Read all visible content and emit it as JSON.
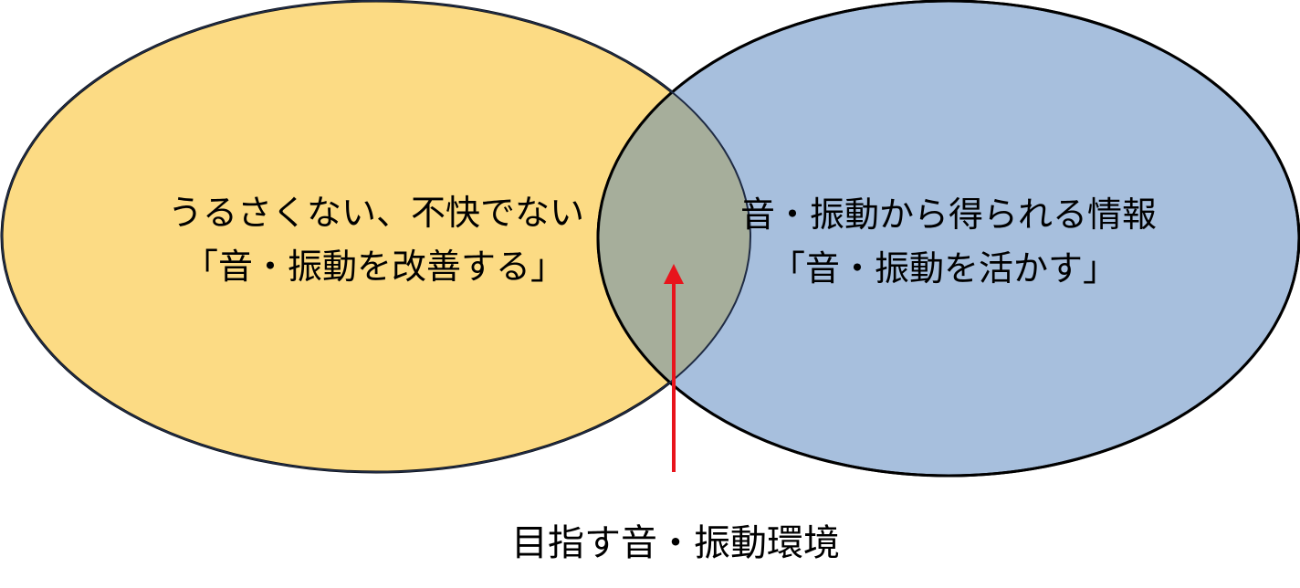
{
  "diagram": {
    "left_circle": {
      "line1": "うるさくない、不快でない",
      "line2": "「音・振動を改善する」",
      "fill": "#FCDB84"
    },
    "right_circle": {
      "line1": "音・振動から得られる情報",
      "line2": "「音・振動を活かす」",
      "fill": "#A7BFDD"
    },
    "overlap_fill": "#A6AE9B",
    "arrow_color": "#E8141C",
    "target_label": "目指す音・振動環境"
  }
}
